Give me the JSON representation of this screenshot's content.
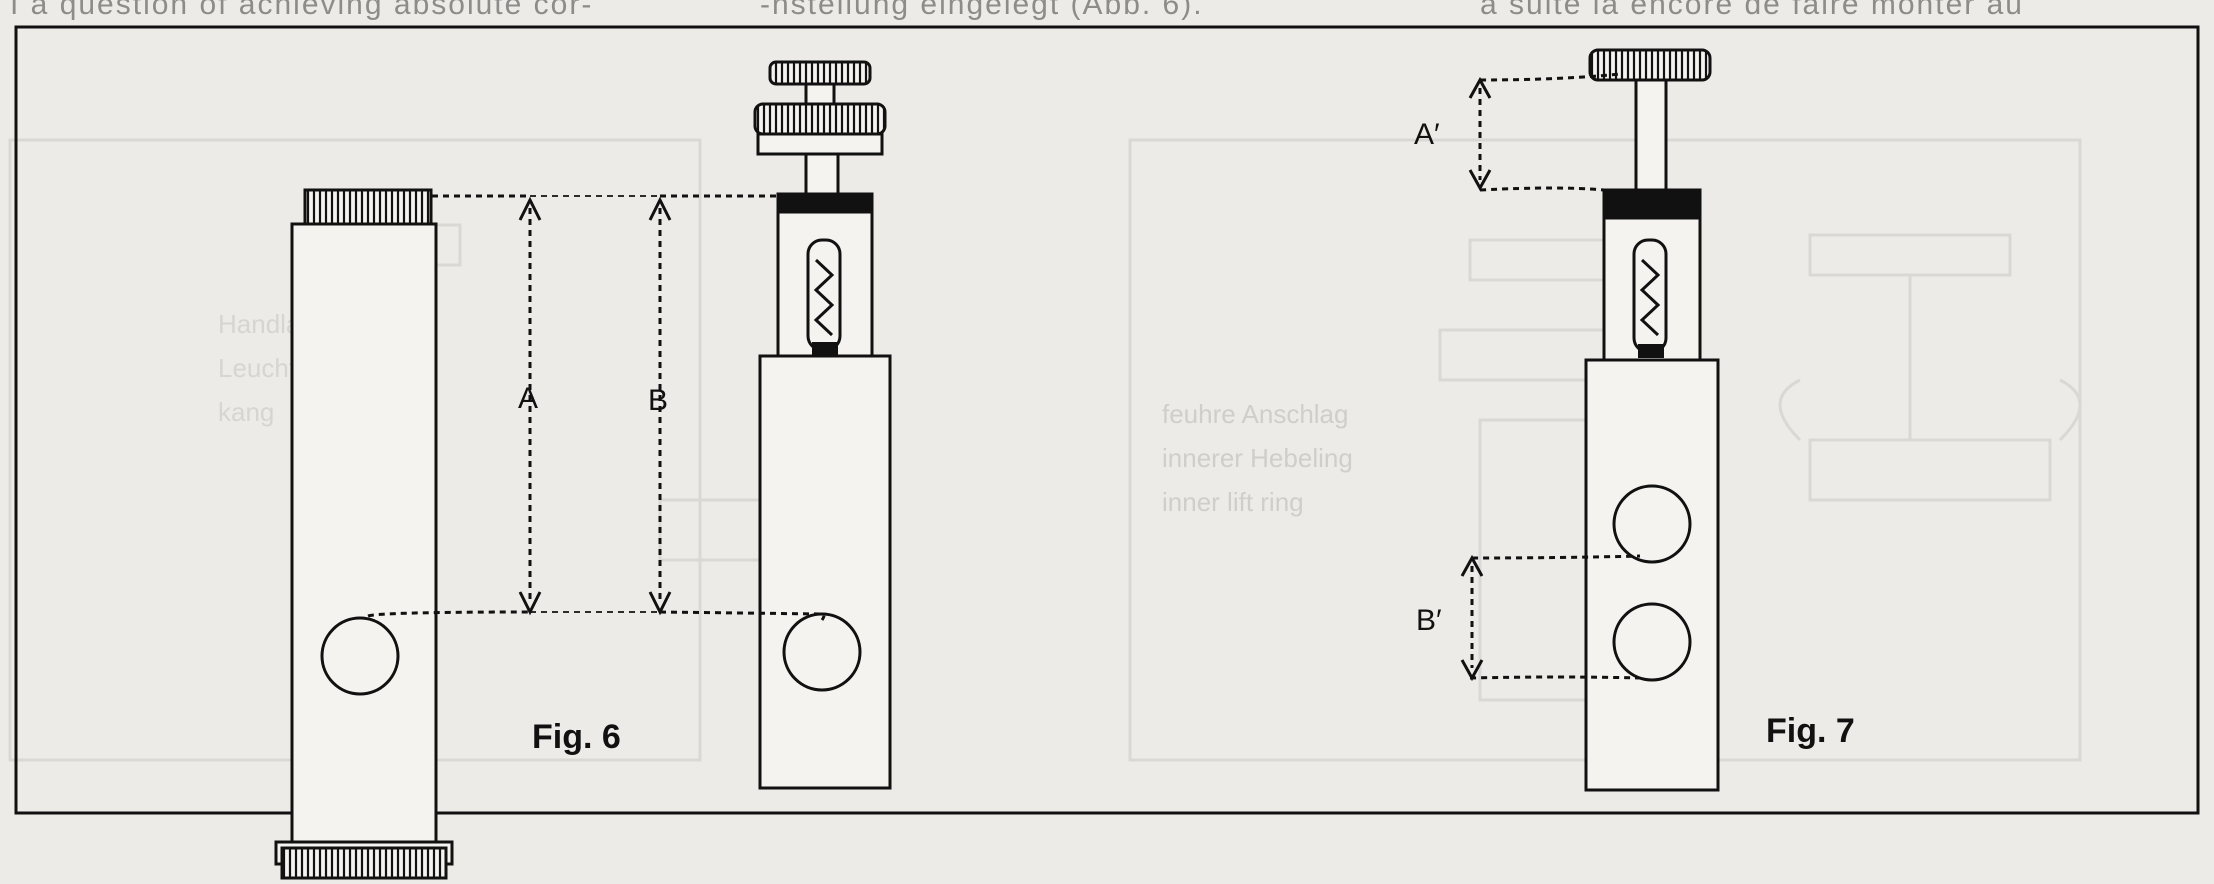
{
  "top_text": {
    "left": "I  a question of achieving absolute cor-",
    "middle": "-nstellung eingelegt (Abb. 6).",
    "right": "a suite la encore de faire monter au"
  },
  "ghost_notes": {
    "left": [
      "Handlaufhalb",
      "Leuchte",
      "kang"
    ],
    "middle": [
      "feuhre Anschlag",
      "innerer Hebeling",
      "inner lift ring"
    ]
  },
  "figures": {
    "fig6": {
      "label": "Fig. 6",
      "dimensions": [
        "A",
        "B"
      ]
    },
    "fig7": {
      "label": "Fig. 7",
      "dimensions": [
        "A′",
        "B′"
      ]
    }
  },
  "colors": {
    "ink": "#111111",
    "paper": "#ecebe7",
    "ghost": "#d6d5d1"
  }
}
